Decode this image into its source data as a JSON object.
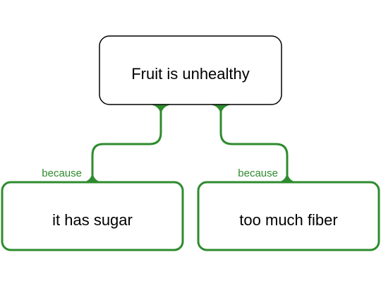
{
  "colors": {
    "claim_border": "#000000",
    "reason_border": "#2e8b2e",
    "connector": "#2e8b2e",
    "label": "#2e8b2e",
    "background": "#ffffff"
  },
  "claim": {
    "text": "Fruit is unhealthy"
  },
  "reasons": [
    {
      "text": "it has sugar",
      "link_label": "because"
    },
    {
      "text": "too much fiber",
      "link_label": "because"
    }
  ]
}
